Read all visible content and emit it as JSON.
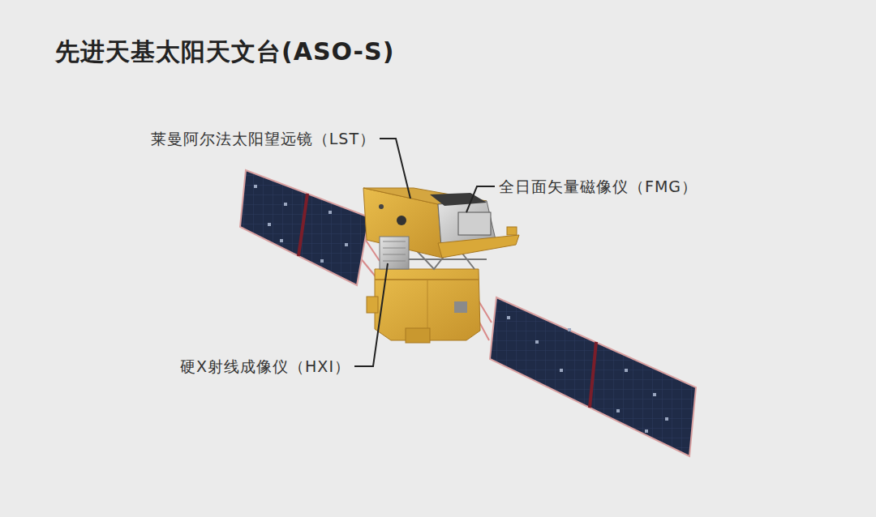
{
  "diagram": {
    "title": "先进天基太阳天文台(ASO-S)",
    "labels": [
      "莱曼阿尔法太阳望远镜（LST）",
      "全日面矢量磁像仪（FMG）",
      "硬X射线成像仪（HXI）"
    ]
  }
}
